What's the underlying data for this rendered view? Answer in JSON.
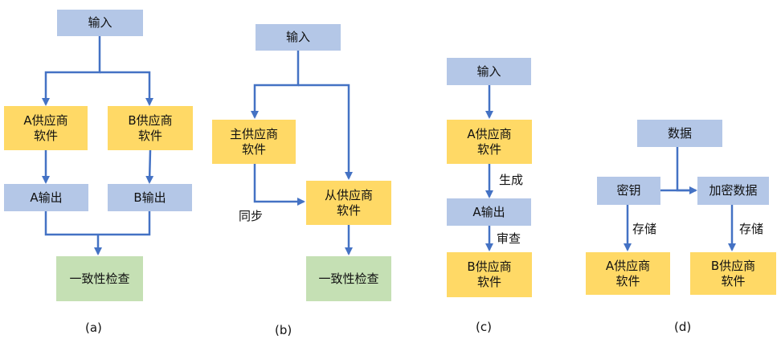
{
  "a": {
    "input": "输入",
    "vendor_a": "A供应商\n软件",
    "vendor_b": "B供应商\n软件",
    "output_a": "A输出",
    "output_b": "B输出",
    "check": "一致性检查",
    "caption": "(a)"
  },
  "b": {
    "input": "输入",
    "main_vendor": "主供应商\n软件",
    "sub_vendor": "从供应商\n软件",
    "sync_label": "同步",
    "check": "一致性检查",
    "caption": "(b)"
  },
  "c": {
    "input": "输入",
    "vendor_a": "A供应商\n软件",
    "generate_label": "生成",
    "output_a": "A输出",
    "review_label": "审查",
    "vendor_b": "B供应商\n软件",
    "caption": "(c)"
  },
  "d": {
    "data": "数据",
    "key": "密钥",
    "encrypted": "加密数据",
    "store_label_1": "存储",
    "store_label_2": "存储",
    "vendor_a": "A供应商\n软件",
    "vendor_b": "B供应商\n软件",
    "caption": "(d)"
  },
  "colors": {
    "arrow": "#4472c4",
    "blue_box": "#b4c7e7",
    "yellow_box": "#ffd966",
    "green_box": "#c5e0b4"
  }
}
